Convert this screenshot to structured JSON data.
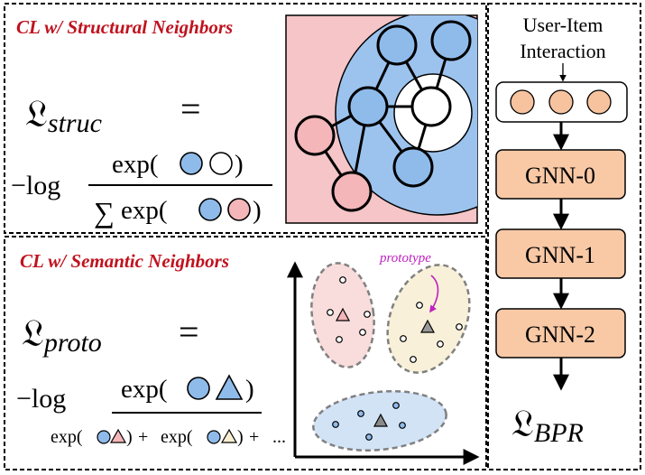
{
  "structural": {
    "title": "CL w/ Structural Neighbors",
    "loss_symbol": "𝔏",
    "loss_subscript": "struc",
    "equals": "=",
    "minus_log": "−log",
    "numerator_prefix": "exp(",
    "numerator_suffix": ")",
    "denominator_sum": "∑",
    "denominator_prefix": "exp(",
    "denominator_suffix": ")"
  },
  "semantic": {
    "title": "CL w/ Semantic Neighbors",
    "loss_symbol": "𝔏",
    "loss_subscript": "proto",
    "equals": "=",
    "minus_log": "−log",
    "numerator_prefix": "exp(",
    "numerator_suffix": ")",
    "denom_term1_prefix": "exp(",
    "denom_term1_suffix": ")",
    "denom_plus1": "+",
    "denom_term2_prefix": "exp(",
    "denom_term2_suffix": ")",
    "denom_plus2": "+",
    "denom_ellipsis": "...",
    "prototype_label": "prototype"
  },
  "pipeline": {
    "input_label_line1": "User-Item",
    "input_label_line2": "Interaction",
    "stages": [
      "GNN-0",
      "GNN-1",
      "GNN-2"
    ],
    "output_symbol": "𝔏",
    "output_subscript": "BPR"
  },
  "colors": {
    "title_red": "#c0121e",
    "pink": "#f5c5c7",
    "pink_node": "#f4b6b9",
    "blue": "#9cc3ee",
    "blue_node": "#8fbbea",
    "gnn_fill": "#f9c9a6",
    "input_node": "#f7c39f",
    "cluster_pink": "#f9dcdc",
    "cluster_yellow": "#f8f0d8",
    "cluster_blue": "#d2e3f6",
    "triangle": "#8a8a8a",
    "purple": "#c020c0"
  }
}
